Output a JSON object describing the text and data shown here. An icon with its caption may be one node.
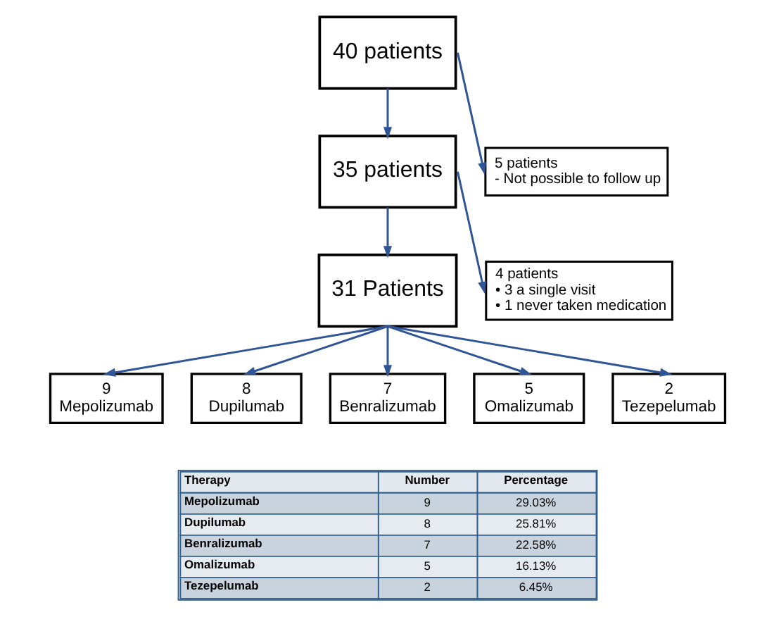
{
  "diagram": {
    "nodes": [
      {
        "text": [
          "40 patients"
        ]
      },
      {
        "text": [
          "5 patients",
          "- Not possible to follow up"
        ]
      },
      {
        "text": [
          "35 patients"
        ]
      },
      {
        "text": [
          "4 patients",
          "• 3 a single visit",
          "• 1 never taken medication"
        ]
      },
      {
        "text": [
          "31 Patients"
        ]
      },
      {
        "text": [
          "9",
          "Mepolizumab"
        ]
      },
      {
        "text": [
          "8",
          "Dupilumab"
        ]
      },
      {
        "text": [
          "7",
          "Benralizumab"
        ]
      },
      {
        "text": [
          "5",
          "Omalizumab"
        ]
      },
      {
        "text": [
          "2",
          "Tezepelumab"
        ]
      }
    ],
    "edges": [
      {
        "from": 0,
        "to": 2,
        "arrow": "to"
      },
      {
        "from": 0,
        "to": 1,
        "arrow": "to"
      },
      {
        "from": 2,
        "to": 4,
        "arrow": "to"
      },
      {
        "from": 2,
        "to": 3,
        "arrow": "to"
      },
      {
        "from": 4,
        "to": 5,
        "arrow": "to"
      },
      {
        "from": 4,
        "to": 6,
        "arrow": "to"
      },
      {
        "from": 4,
        "to": 7,
        "arrow": "to"
      },
      {
        "from": 4,
        "to": 8,
        "arrow": "to"
      },
      {
        "from": 4,
        "to": 9,
        "arrow": "to"
      }
    ],
    "labels": [
      "Therapy",
      "Number",
      "Percentage",
      "Mepolizumab",
      "9",
      "29.03%",
      "Dupilumab",
      "8",
      "25.81%",
      "Benralizumab",
      "7",
      "22.58%",
      "Omalizumab",
      "5",
      "16.13%",
      "Tezepelumab",
      "2",
      "6.45%"
    ]
  }
}
